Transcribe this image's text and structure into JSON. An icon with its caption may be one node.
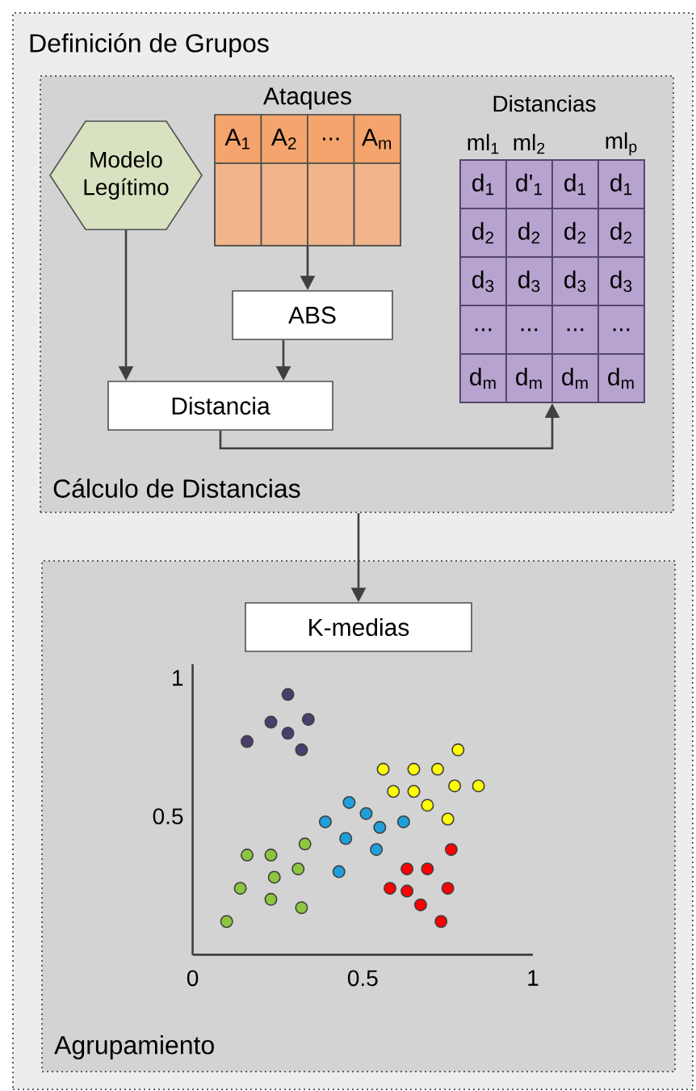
{
  "diagram": {
    "nodes": [
      {
        "text": [
          "Definición de Grupos"
        ]
      },
      {
        "text": [
          "Cálculo de Distancias"
        ],
        "in": 0
      },
      {
        "text": [
          "Modelo Legítimo"
        ],
        "in": 1
      },
      {
        "text": [
          "Ataques"
        ],
        "in": 1
      },
      {
        "text": [
          "ABS"
        ],
        "in": 1
      },
      {
        "text": [
          "Distancia"
        ],
        "in": 1
      },
      {
        "text": [
          "Distancias"
        ],
        "in": 1
      },
      {
        "text": [
          "Agrupamiento"
        ],
        "in": 0
      },
      {
        "text": [
          "K-medias"
        ],
        "in": 7
      }
    ],
    "edges": [
      {
        "from": 2,
        "to": 5,
        "arrow": "to"
      },
      {
        "from": 3,
        "to": 4,
        "arrow": "to"
      },
      {
        "from": 4,
        "to": 5,
        "arrow": "to"
      },
      {
        "from": 5,
        "to": 6,
        "arrow": "to"
      },
      {
        "from": 1,
        "to": 8,
        "arrow": "to"
      }
    ],
    "labels": [
      "A$_{1}$",
      "A$_{2}$",
      "...",
      "A$_{m}$",
      "ml$_{1}$",
      "ml$_{2}$",
      "ml$_{p}$",
      "d$_{1}$",
      "d'$_{1}$",
      "d$_{1}$",
      "d$_{1}$",
      "d$_{2}$",
      "d$_{2}$",
      "d$_{2}$",
      "d$_{2}$",
      "d$_{3}$",
      "d$_{3}$",
      "d$_{3}$",
      "d$_{3}$",
      "...",
      "...",
      "...",
      "...",
      "d$_{m}$",
      "d$_{m}$",
      "d$_{m}$",
      "d$_{m}$"
    ],
    "chart_data": {
      "type": "scatter",
      "xlim": [
        0,
        1
      ],
      "ylim": [
        0,
        1.05
      ],
      "xticks": [
        {
          "value": 0,
          "label": "0"
        },
        {
          "value": 0.5,
          "label": "0.5"
        },
        {
          "value": 1,
          "label": "1"
        }
      ],
      "yticks": [
        {
          "value": 0.5,
          "label": "0.5"
        },
        {
          "value": 1,
          "label": "1"
        }
      ],
      "series": [
        {
          "color": "#4b3d6e",
          "x": [
            0.28,
            0.23,
            0.34,
            0.28,
            0.16,
            0.32
          ],
          "values": [
            0.94,
            0.84,
            0.85,
            0.8,
            0.77,
            0.74
          ]
        },
        {
          "color": "#ffff00",
          "x": [
            0.78,
            0.56,
            0.65,
            0.72,
            0.59,
            0.65,
            0.77,
            0.84,
            0.69,
            0.75
          ],
          "values": [
            0.74,
            0.67,
            0.67,
            0.67,
            0.59,
            0.59,
            0.61,
            0.61,
            0.54,
            0.49
          ]
        },
        {
          "color": "#1ea0dc",
          "x": [
            0.46,
            0.51,
            0.39,
            0.55,
            0.62,
            0.45,
            0.54,
            0.43
          ],
          "values": [
            0.55,
            0.51,
            0.48,
            0.46,
            0.48,
            0.42,
            0.38,
            0.3
          ]
        },
        {
          "color": "#8cc63f",
          "x": [
            0.33,
            0.16,
            0.23,
            0.24,
            0.31,
            0.14,
            0.23,
            0.32,
            0.1
          ],
          "values": [
            0.4,
            0.36,
            0.36,
            0.28,
            0.31,
            0.24,
            0.2,
            0.17,
            0.12
          ]
        },
        {
          "color": "#ff0000",
          "x": [
            0.76,
            0.63,
            0.69,
            0.58,
            0.63,
            0.75,
            0.67,
            0.73
          ],
          "values": [
            0.38,
            0.31,
            0.31,
            0.24,
            0.23,
            0.24,
            0.18,
            0.12
          ]
        }
      ]
    }
  }
}
